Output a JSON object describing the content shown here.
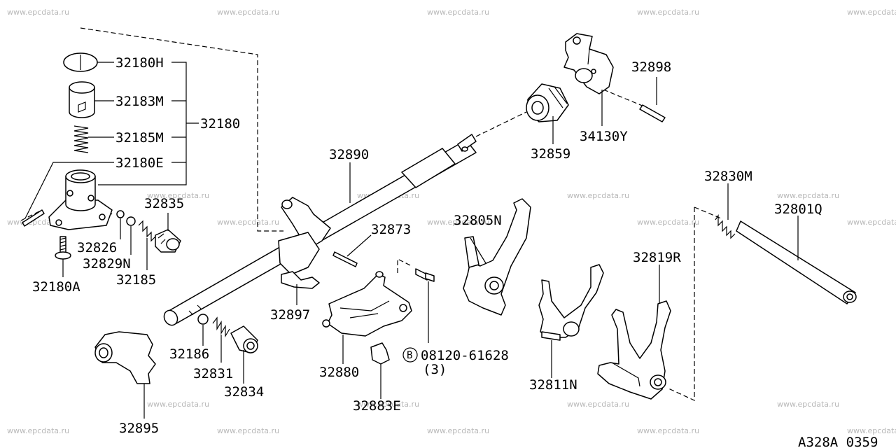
{
  "watermark": "www.epcdata.ru",
  "diagram_code": "A328A 0359",
  "bolt_symbol": "B",
  "labels": {
    "p32180H": "32180H",
    "p32183M": "32183M",
    "p32185M": "32185M",
    "p32180E": "32180E",
    "p32180": "32180",
    "p32835": "32835",
    "p32826": "32826",
    "p32829N": "32829N",
    "p32185": "32185",
    "p32180A": "32180A",
    "p32890": "32890",
    "p32859": "32859",
    "p32898": "32898",
    "p34130Y": "34130Y",
    "p32873": "32873",
    "p32805N": "32805N",
    "p32830M": "32830M",
    "p32801Q": "32801Q",
    "p32819R": "32819R",
    "p32897": "32897",
    "p32880": "32880",
    "p32883E": "32883E",
    "p08120": "08120-61628",
    "p08120qty": "(3)",
    "p32811N": "32811N",
    "p32186": "32186",
    "p32831": "32831",
    "p32834": "32834",
    "p32895": "32895"
  }
}
